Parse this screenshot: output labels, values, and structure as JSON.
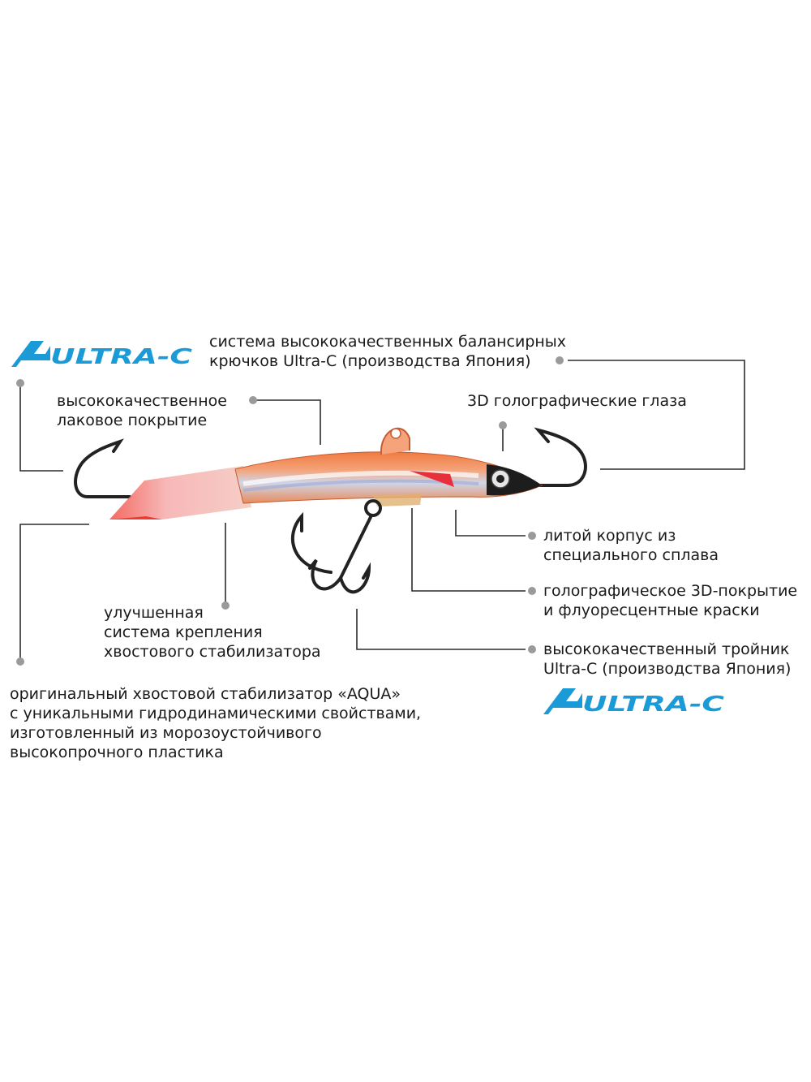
{
  "colors": {
    "logo_blue": "#1a9ad6",
    "leader_line": "#2b2b2b",
    "leader_dot": "#9a9a9a",
    "body_orange": "#e8663a",
    "tail_pink": "#f2a0a0"
  },
  "logos": {
    "top": "ULTRA-C",
    "bottom": "ULTRA-C"
  },
  "callouts": {
    "hooks_system": [
      "система высококачественных балансирных",
      "крючков Ultra-C (производства Япония)"
    ],
    "lacquer": [
      "высококачественное",
      "лаковое покрытие"
    ],
    "eyes": [
      "3D голографические глаза"
    ],
    "body": [
      "литой корпус из",
      "специального сплава"
    ],
    "holo_coating": [
      "голографическое 3D-покрытие",
      "и флуоресцентные краски"
    ],
    "treble_hook": [
      "высококачественный тройник",
      "Ultra-C (производства Япония)"
    ],
    "tail_mount": [
      "улучшенная",
      "система крепления",
      "хвостового стабилизатора"
    ],
    "aqua_tail": [
      "оригинальный хвостовой стабилизатор «AQUA»",
      "с уникальными гидродинамическими свойствами,",
      "изготовленный из морозоустойчивого",
      "высокопрочного пластика"
    ]
  }
}
